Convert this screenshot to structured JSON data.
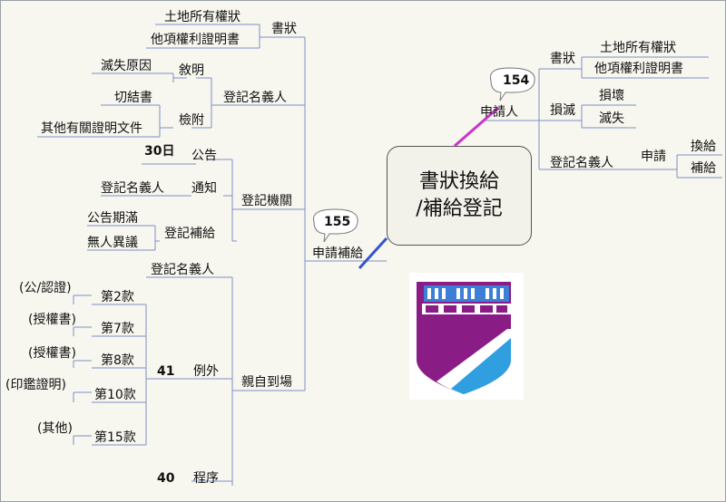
{
  "central": {
    "line1": "書狀換給",
    "line2": "/補給登記"
  },
  "right": {
    "applicant": "申請人",
    "bubble": "154",
    "title_deed": "書狀",
    "land_deed": "土地所有權狀",
    "other_cert": "他項權利證明書",
    "damage": "損滅",
    "damaged": "損壞",
    "lost": "滅失",
    "registrant": "登記名義人",
    "apply": "申請",
    "reissue": "換給",
    "replace": "補給"
  },
  "left": {
    "apply_replace": "申請補給",
    "bubble": "155",
    "title_deed": "書狀",
    "land_deed": "土地所有權狀",
    "other_cert": "他項權利證明書",
    "registrant": "登記名義人",
    "statement": "敘明",
    "loss_reason": "滅失原因",
    "attach": "檢附",
    "affidavit": "切結書",
    "other_docs": "其他有關證明文件",
    "office": "登記機關",
    "announce": "公告",
    "days30": "30日",
    "notify": "通知",
    "notify_target": "登記名義人",
    "register_replace": "登記補給",
    "period_end": "公告期滿",
    "no_objection": "無人異議",
    "in_person": "親自到場",
    "registrant2": "登記名義人",
    "exception": "例外",
    "exception_num": "41",
    "procedure": "程序",
    "procedure_num": "40",
    "items": [
      {
        "item": "第2款",
        "note": "(公/認證)"
      },
      {
        "item": "第7款",
        "note": "(授權書)"
      },
      {
        "item": "第8款",
        "note": "(授權書)"
      },
      {
        "item": "第10款",
        "note": "(印鑑證明)"
      },
      {
        "item": "第15款",
        "note": "(其他)"
      }
    ]
  }
}
